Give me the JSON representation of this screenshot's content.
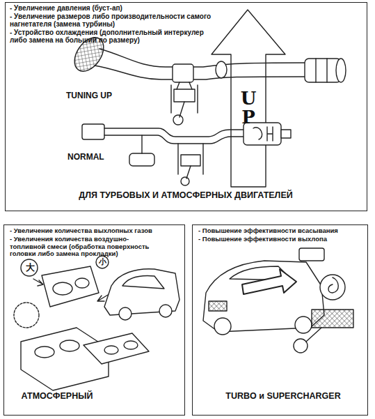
{
  "diagram": {
    "nodes": [
      {
        "text": [
          "- Увеличение давления (буст-ап)",
          "- Увеличение размеров либо производительности самого нагнетателя (замена турбины)",
          "- Устройство охлаждения (дополнительный интеркулер либо замена на больший по размеру)",
          "ДЛЯ ТУРБОВЫХ И АТМОСФЕРНЫХ ДВИГАТЕЛЕЙ"
        ]
      },
      {
        "text": [
          "- Увеличение количества выхлопных газов",
          "- Увеличения количества воздушно-топливной смеси (обработка поверхность головки либо замена прокладки)",
          "АТМОСФЕРНЫЙ"
        ]
      },
      {
        "text": [
          "- Повышение эффективности всасывания",
          "- Повышение эффективности выхлопа",
          "TURBO и SUPERCHARGER"
        ]
      }
    ],
    "labels": [
      "TUNING UP",
      "NORMAL",
      "UP",
      "大",
      "小"
    ]
  }
}
